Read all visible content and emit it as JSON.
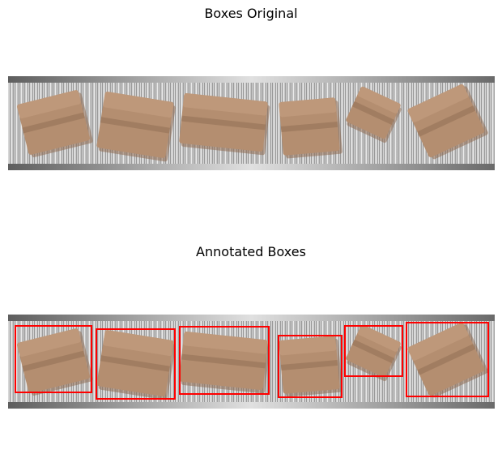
{
  "panels": [
    {
      "title": "Boxes Original",
      "annotated": false
    },
    {
      "title": "Annotated Boxes",
      "annotated": true
    }
  ],
  "colors": {
    "box": "#b48e70",
    "box_shadow": "#8f6c52",
    "tape": "#9e7a5e",
    "rail": "#8a8a8a",
    "roller": "#c9c9c9",
    "annotation": "#ff0000"
  },
  "object_count": 6
}
